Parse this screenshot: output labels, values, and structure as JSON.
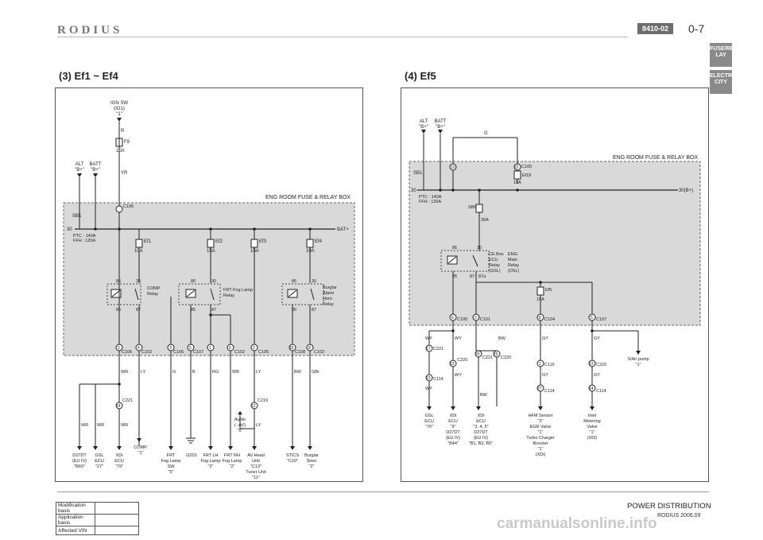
{
  "header": {
    "brand": "RODIUS",
    "section_code": "8410-02",
    "page": "0-7"
  },
  "side_tabs": [
    "FUSE/RE LAY",
    "ELECTRI CITY"
  ],
  "left": {
    "title": "(3) Ef1 ~ Ef4",
    "ign": "IGN SW",
    "ign_sub": "(IG1)",
    "ign_conn": "\"1\"",
    "r": "R",
    "f9": "F9",
    "f9_amp": "10A",
    "yr": "YR",
    "alt": "ALT",
    "alt_sub": "\"B+\"",
    "batt": "BATT",
    "batt_sub": "\"B+\"",
    "box": "ENG ROOM FUSE & RELAY BOX",
    "bat_plus": "BAT+",
    "c106": "C106",
    "sb1": "SB1",
    "n30": "30",
    "ptc": "PTC : 140A",
    "ffh": "FFH : 120A",
    "fuses": [
      {
        "name": "Ef1",
        "amp": "10A"
      },
      {
        "name": "Ef2",
        "amp": "15A"
      },
      {
        "name": "Ef3",
        "amp": "15A"
      },
      {
        "name": "Ef4",
        "amp": "10A"
      }
    ],
    "relays": [
      {
        "name": [
          "COMP.",
          "Relay"
        ]
      },
      {
        "name": [
          "FRT Fog Lamp",
          "Relay"
        ]
      },
      {
        "name": [
          "Burglar",
          "Alarm",
          "Horn",
          "Relay"
        ]
      }
    ],
    "pins": [
      "86",
      "30",
      "85",
      "87"
    ],
    "conn": [
      {
        "pin": "2",
        "c": "C106"
      },
      {
        "pin": "4",
        "c": "C102"
      },
      {
        "pin": "3",
        "c": "C106"
      },
      {
        "pin": "5",
        "c": "C107"
      },
      {
        "pin": "1",
        "c": ""
      },
      {
        "pin": "6",
        "c": "C102"
      },
      {
        "pin": "2",
        "c": "C105"
      },
      {
        "pin": "15",
        "c": "C108"
      },
      {
        "pin": "8",
        "c": "C102"
      }
    ],
    "wires": [
      "WR",
      "LY",
      "G",
      "B",
      "RG",
      "WB",
      "LY",
      "BW",
      "GBr"
    ],
    "c221": "C221",
    "c221_pin": "14",
    "c219": "C219",
    "c219_pin": "12",
    "wires_low": [
      "WR",
      "WR",
      "WR",
      "LY"
    ],
    "loads": [
      {
        "l": [
          "D27DT",
          "(EU IV)",
          "\"B60\""
        ]
      },
      {
        "l": [
          "GSL",
          "ECU",
          "\"27\""
        ]
      },
      {
        "l": [
          "XDi",
          "ECU",
          "\"79\""
        ]
      },
      {
        "l": [
          "COMP.",
          "\"1\""
        ]
      },
      {
        "l": [
          "FRT",
          "Fog Lamp",
          "SW",
          "\"5\""
        ]
      },
      {
        "l": [
          "G201"
        ]
      },
      {
        "l": [
          "FRT LH",
          "Fog Lamp",
          "\"2\""
        ]
      },
      {
        "l": [
          "FRT RH",
          "Fog Lamp",
          "\"2\""
        ]
      },
      {
        "l": [
          "AV Head",
          "Unit",
          "\"C13\"",
          "Tuner Unit",
          "\"11\""
        ]
      },
      {
        "l": [
          "STICS",
          "\"C10\""
        ]
      },
      {
        "l": [
          "Burglar",
          "Siren",
          "\"2\""
        ]
      }
    ],
    "audio": [
      "Audio",
      "( -AV)",
      "\"5\""
    ]
  },
  "right": {
    "title": "(4) Ef5",
    "alt": "ALT",
    "alt_sub": "\"B+\"",
    "batt": "BATT",
    "batt_sub": "\"B+\"",
    "g": "G",
    "box": "ENG ROOM FUSE & RELAY BOX",
    "b30": "30(B+)",
    "n30": "30",
    "sb1": "SB1",
    "p10": "10",
    "p22": "22",
    "c105": "C105",
    "ef19": "Ef19",
    "ef19_amp": "15A",
    "ptc": "PTC : 140A",
    "ffh": "FFH : 120A",
    "sb6": "SB6",
    "sb6_amp": "30A",
    "relay": [
      "CE Box",
      "ECU",
      "Relay",
      "(GSL)"
    ],
    "relay2": [
      "ENG",
      "Main",
      "Relay",
      "(DSL)"
    ],
    "pins": [
      "86",
      "30",
      "85",
      "87",
      "87a"
    ],
    "ef5": "Ef5",
    "ef5_amp": "15A",
    "conn": [
      {
        "pin": "6",
        "c": "C105"
      },
      {
        "pin": "2",
        "c": "C101"
      },
      {
        "pin": "8",
        "c": "C104"
      },
      {
        "pin": "5",
        "c": "C107"
      }
    ],
    "wires": [
      "WY",
      "WY",
      "BW",
      "GY",
      "GY",
      "GY",
      "GY",
      "WY",
      "WY",
      "BW"
    ],
    "splices": [
      {
        "pin": "17",
        "c": "C221"
      },
      {
        "pin": "13",
        "c": "C220"
      },
      {
        "pin": "20",
        "c": "C221"
      },
      {
        "pin": "20",
        "c": "C220"
      },
      {
        "pin": "1",
        "c": "C115"
      },
      {
        "pin": "12",
        "c": "C220"
      },
      {
        "pin": "12",
        "c": "C114"
      },
      {
        "pin": "27",
        "c": "C114"
      },
      {
        "pin": "14",
        "c": "C114"
      }
    ],
    "sair": [
      "S/Air pump",
      "\"1\""
    ],
    "loads": [
      {
        "l": [
          "GSL",
          "ECU",
          "\"76\""
        ]
      },
      {
        "l": [
          "XDi",
          "ECU",
          "\"9\"",
          "D27DT",
          "(EU IV)",
          "\"B44\""
        ]
      },
      {
        "l": [
          "XDi",
          "ECU",
          "\"3, 4, 5\"",
          "D27DT",
          "(EU IV)",
          "\"B1, B3, B5\""
        ]
      },
      {
        "l": [
          "HFM Sensor",
          "\"2\"",
          "EGR Valve",
          "\"1\"",
          "Turbo Charger",
          "Booster",
          "\"1\"",
          "(XDi)"
        ]
      },
      {
        "l": [
          "Inlet",
          "Metering",
          "Valve",
          "\"1\"",
          "(XDi)"
        ]
      }
    ]
  },
  "footer": {
    "rows": [
      "Modification basis",
      "Application basis",
      "Affected VIN"
    ],
    "title": "POWER DISTRIBUTION",
    "sub": "RODIUS 2006.09",
    "watermark": "carmanualsonline.info"
  }
}
